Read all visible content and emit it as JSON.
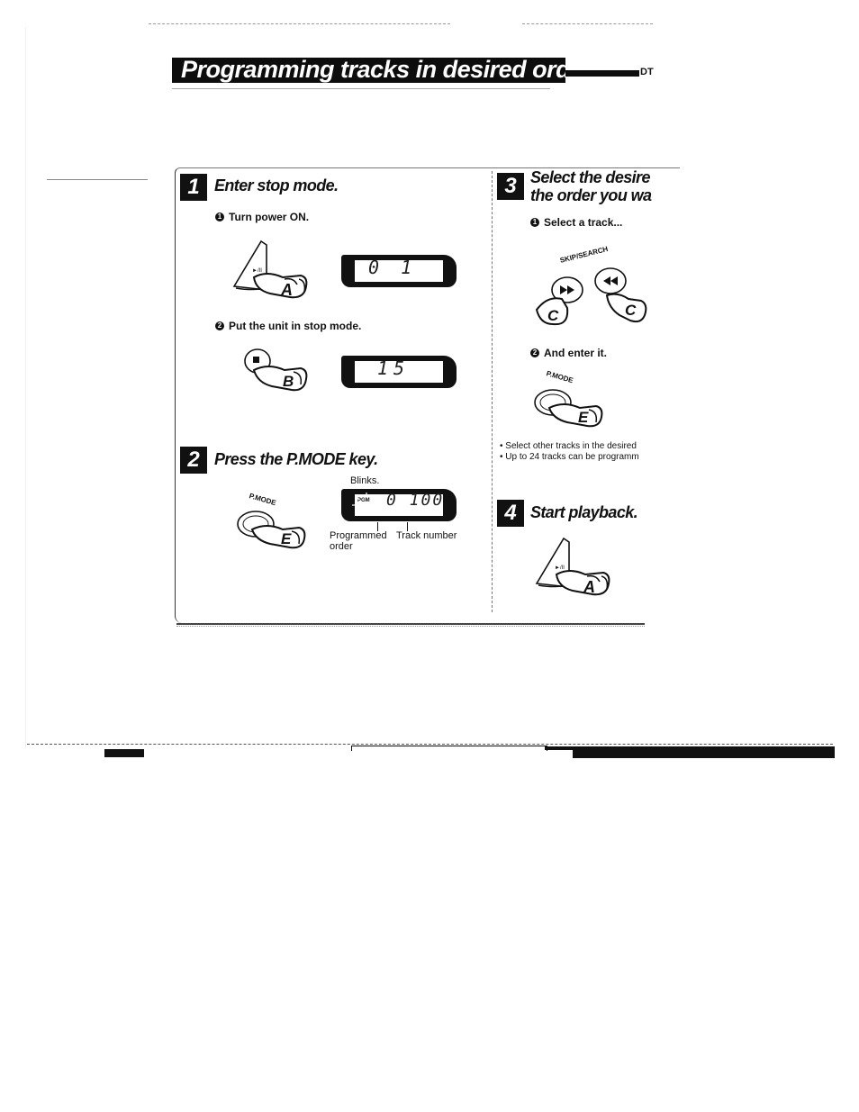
{
  "title": "Programming tracks in desired order",
  "steps": [
    {
      "num": "1",
      "title": "Enter stop mode.",
      "substeps": [
        {
          "marker": "1",
          "text": "Turn power ON.",
          "button_letter": "A",
          "button_label": "►/II",
          "display": "0 1"
        },
        {
          "marker": "2",
          "text": "Put the unit in stop mode.",
          "button_letter": "B",
          "display": "15"
        }
      ]
    },
    {
      "num": "2",
      "title": "Press the P.MODE key.",
      "button_label": "P.MODE",
      "button_letter": "E",
      "blinks_label": "Blinks.",
      "display_prefix": "PGM",
      "display": "0 100",
      "callout_programmed": "Programmed",
      "callout_order": "order",
      "callout_track": "Track number"
    },
    {
      "num": "3",
      "title_line1": "Select the desire",
      "title_line2": "the order you wa",
      "substeps": [
        {
          "marker": "1",
          "text": "Select a track...",
          "button_label": "SKIP/SEARCH",
          "button_letter": "C"
        },
        {
          "marker": "2",
          "text": "And enter it.",
          "button_label": "P.MODE",
          "button_letter": "E"
        }
      ],
      "notes": [
        "Select other tracks in the desired",
        "Up to 24 tracks can be programm"
      ]
    },
    {
      "num": "4",
      "title": "Start playback.",
      "button_letter": "A",
      "button_label": "►/II"
    }
  ],
  "corner_mark": "DT"
}
